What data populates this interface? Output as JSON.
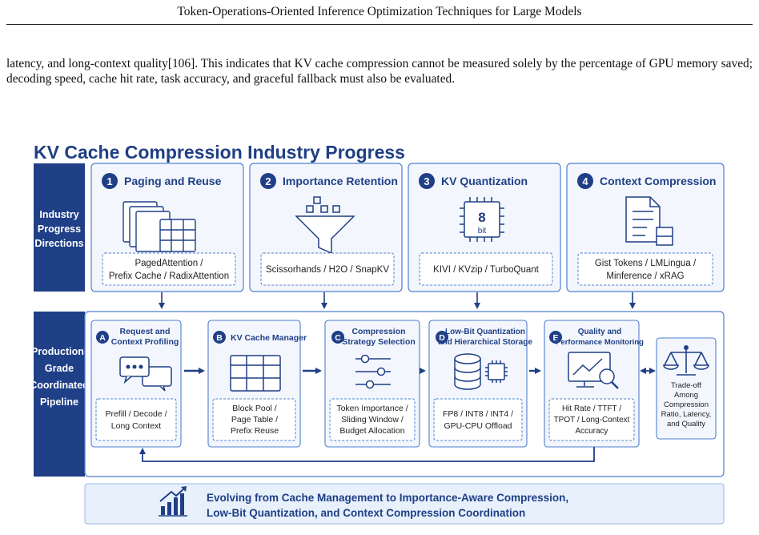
{
  "running_head": "Token-Operations-Oriented Inference Optimization Techniques for Large Models",
  "body_paragraph": "latency, and long-context quality[106]. This indicates that KV cache compression cannot be measured solely by the percentage of GPU memory saved; decoding speed, cache hit rate, task accuracy, and graceful fallback must also be evaluated.",
  "figure": {
    "title": "KV Cache Compression Industry Progress",
    "colors": {
      "navy": "#1f3f86",
      "blue": "#1f63c4",
      "panel": "#f3f7fd",
      "border": "#4d7fd0"
    },
    "directions_label": [
      "Industry",
      "Progress",
      "Directions"
    ],
    "pipeline_label": [
      "Production-",
      "Grade",
      "Coordinated",
      "Pipeline"
    ],
    "directions": [
      {
        "num": "1",
        "title": "Paging and Reuse",
        "icon": "stacked-pages-icon",
        "examples": [
          "PagedAttention /",
          "Prefix Cache / RadixAttention"
        ]
      },
      {
        "num": "2",
        "title": "Importance Retention",
        "icon": "funnel-filter-icon",
        "examples": [
          "Scissorhands / H2O / SnapKV"
        ]
      },
      {
        "num": "3",
        "title": "KV Quantization",
        "icon": "chip-8bit-icon",
        "chip_value": "8",
        "chip_unit": "bit",
        "examples": [
          "KIVI / KVzip / TurboQuant"
        ]
      },
      {
        "num": "4",
        "title": "Context Compression",
        "icon": "compressed-document-icon",
        "examples": [
          "Gist Tokens / LMLingua /",
          "Minference / xRAG"
        ]
      }
    ],
    "stages": [
      {
        "letter": "A",
        "title": [
          "Request and",
          "Context Profiling"
        ],
        "icon": "chat-bubbles-icon",
        "details": [
          "Prefill / Decode /",
          "Long Context"
        ]
      },
      {
        "letter": "B",
        "title": [
          "KV Cache Manager"
        ],
        "icon": "table-grid-icon",
        "details": [
          "Block Pool /",
          "Page Table /",
          "Prefix Reuse"
        ]
      },
      {
        "letter": "C",
        "title": [
          "Compression",
          "Strategy Selection"
        ],
        "icon": "sliders-icon",
        "details": [
          "Token Importance /",
          "Sliding Window /",
          "Budget Allocation"
        ]
      },
      {
        "letter": "D",
        "title": [
          "Low-Bit Quantization",
          "and Hierarchical Storage"
        ],
        "icon": "database-chip-icon",
        "details": [
          "FP8 / INT8 / INT4 /",
          "GPU-CPU Offload"
        ]
      },
      {
        "letter": "E",
        "title": [
          "Quality and",
          "Performance Monitoring"
        ],
        "icon": "monitor-chart-icon",
        "details": [
          "Hit Rate / TTFT /",
          "TPOT / Long-Context",
          "Accuracy"
        ]
      }
    ],
    "tradeoff": {
      "icon": "balance-scale-icon",
      "lines": [
        "Trade-off",
        "Among",
        "Compression",
        "Ratio, Latency,",
        "and Quality"
      ]
    },
    "banner": {
      "icon": "growth-chart-icon",
      "lines": [
        "Evolving from Cache Management to Importance-Aware Compression,",
        "Low-Bit Quantization, and Context Compression Coordination"
      ]
    }
  }
}
